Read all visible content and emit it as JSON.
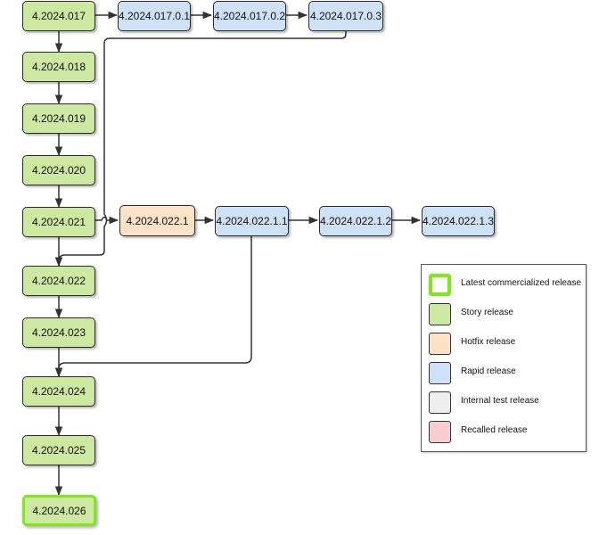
{
  "colors": {
    "story": "#cde8a1",
    "hotfix": "#fde2c8",
    "rapid": "#cfe1f7",
    "internal": "#eeeeee",
    "recalled": "#f8cdd0",
    "latest_border": "#7fe81a",
    "edge": "#333333"
  },
  "nodes": {
    "v017": "4.2024.017",
    "v018": "4.2024.018",
    "v019": "4.2024.019",
    "v020": "4.2024.020",
    "v021": "4.2024.021",
    "v022": "4.2024.022",
    "v023": "4.2024.023",
    "v024": "4.2024.024",
    "v025": "4.2024.025",
    "v026": "4.2024.026",
    "v017_0_1": "4.2024.017.0.1",
    "v017_0_2": "4.2024.017.0.2",
    "v017_0_3": "4.2024.017.0.3",
    "v022_1": "4.2024.022.1",
    "v022_1_1": "4.2024.022.1.1",
    "v022_1_2": "4.2024.022.1.2",
    "v022_1_3": "4.2024.022.1.3"
  },
  "legend": {
    "latest": "Latest commercialized release",
    "story": "Story release",
    "hotfix": "Hotfix release",
    "rapid": "Rapid release",
    "internal": "Internal test release",
    "recalled": "Recalled release"
  }
}
